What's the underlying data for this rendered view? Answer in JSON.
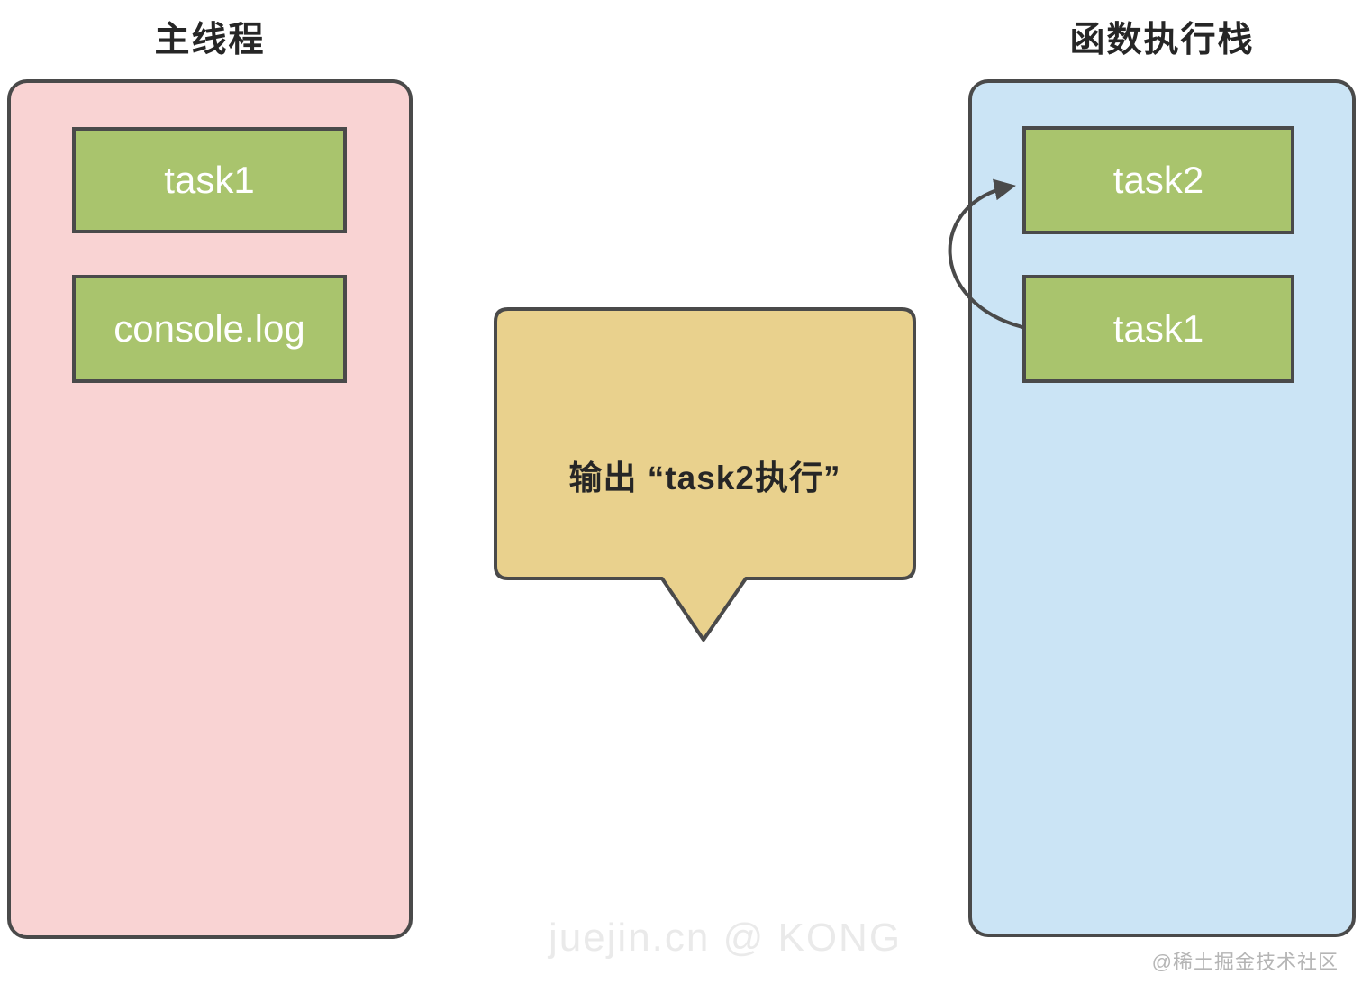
{
  "colors": {
    "panel_pink": "#f9d3d3",
    "panel_blue": "#cbe4f5",
    "box_green": "#a9c46d",
    "bubble_tan": "#e9d18d",
    "stroke_dark": "#4a4a4a",
    "text_dark": "#262626",
    "text_white": "#ffffff",
    "watermark_light": "#eaeaea",
    "watermark_gray": "#b5b5b5"
  },
  "main_thread": {
    "title": "主线程",
    "boxes": [
      {
        "label": "task1"
      },
      {
        "label": "console.log"
      }
    ]
  },
  "call_stack": {
    "title": "函数执行栈",
    "boxes": [
      {
        "label": "task2"
      },
      {
        "label": "task1"
      }
    ]
  },
  "bubble": {
    "text": "输出 “task2执行”"
  },
  "arrow": {
    "from": "task1",
    "to": "task2"
  },
  "watermarks": {
    "center": "juejin.cn @ KONG",
    "corner": "@稀土掘金技术社区"
  }
}
